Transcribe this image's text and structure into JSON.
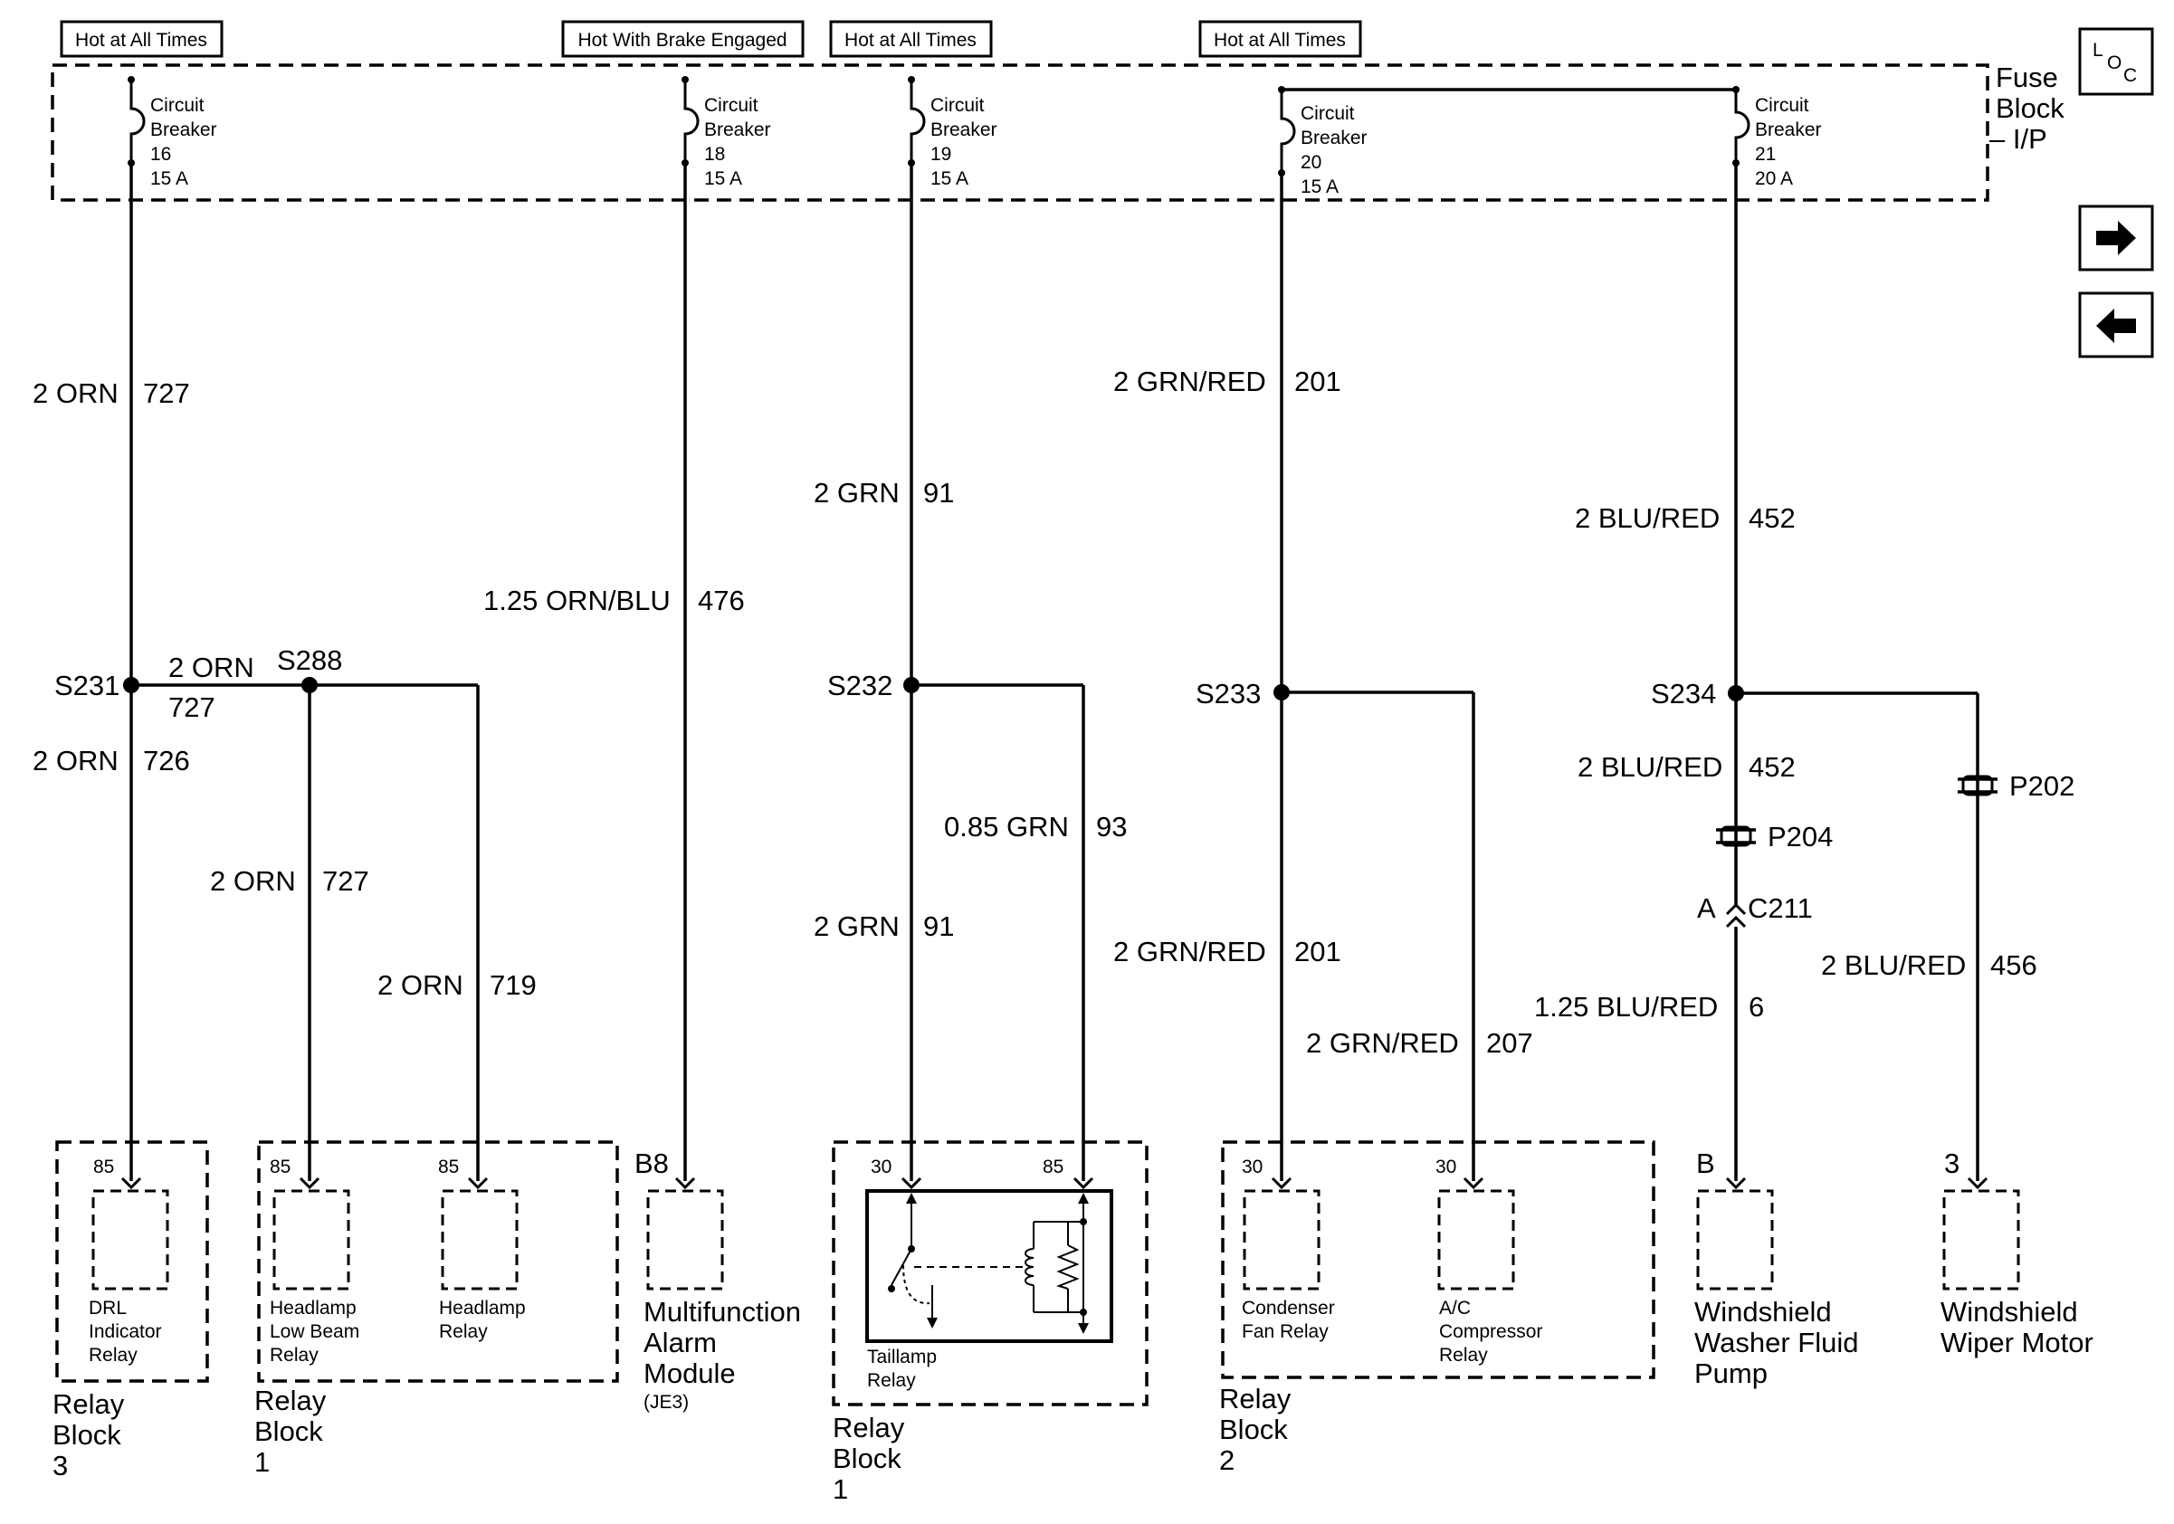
{
  "hot_boxes": [
    "Hot at All Times",
    "Hot With Brake Engaged",
    "Hot at All Times",
    "Hot at All Times"
  ],
  "fuse_block": [
    "Fuse",
    "Block",
    "– I/P"
  ],
  "breakers": [
    {
      "l1": "Circuit",
      "l2": "Breaker",
      "num": "16",
      "amp": "15 A"
    },
    {
      "l1": "Circuit",
      "l2": "Breaker",
      "num": "18",
      "amp": "15 A"
    },
    {
      "l1": "Circuit",
      "l2": "Breaker",
      "num": "19",
      "amp": "15 A"
    },
    {
      "l1": "Circuit",
      "l2": "Breaker",
      "num": "20",
      "amp": "15 A"
    },
    {
      "l1": "Circuit",
      "l2": "Breaker",
      "num": "21",
      "amp": "20 A"
    }
  ],
  "nav": {
    "loc_l": "L",
    "loc_o": "O",
    "loc_c": "C",
    "next": "→",
    "prev": "←"
  },
  "wires": [
    {
      "color": "2 ORN",
      "circuit": "727"
    },
    {
      "color": "1.25 ORN/BLU",
      "circuit": "476"
    },
    {
      "color": "2 GRN",
      "circuit": "91"
    },
    {
      "color": "2 GRN/RED",
      "circuit": "201"
    },
    {
      "color": "2 BLU/RED",
      "circuit": "452"
    },
    {
      "color": "2 ORN",
      "circuit": "727"
    },
    {
      "color": "2 ORN",
      "circuit": "726"
    },
    {
      "color": "2 ORN",
      "circuit": "727"
    },
    {
      "color": "2 ORN",
      "circuit": "719"
    },
    {
      "color": "0.85 GRN",
      "circuit": "93"
    },
    {
      "color": "2 GRN",
      "circuit": "91"
    },
    {
      "color": "2 GRN/RED",
      "circuit": "201"
    },
    {
      "color": "2 GRN/RED",
      "circuit": "207"
    },
    {
      "color": "2 BLU/RED",
      "circuit": "452"
    },
    {
      "color": "1.25 BLU/RED",
      "circuit": "6"
    },
    {
      "color": "2 BLU/RED",
      "circuit": "456"
    }
  ],
  "splices": [
    "S231",
    "S288",
    "S232",
    "S233",
    "S234"
  ],
  "connectors": {
    "p204": "P204",
    "p202": "P202",
    "c211": "C211",
    "c211_pin": "A"
  },
  "pins": {
    "rb3_85": "85",
    "rb1_85a": "85",
    "rb1_85b": "85",
    "mam_b8": "B8",
    "tl_30": "30",
    "tl_85": "85",
    "rb2_30a": "30",
    "rb2_30b": "30",
    "pump_b": "B",
    "motor_3": "3"
  },
  "components": {
    "drl": [
      "DRL",
      "Indicator",
      "Relay"
    ],
    "hl_low": [
      "Headlamp",
      "Low Beam",
      "Relay"
    ],
    "hl": [
      "Headlamp",
      "Relay"
    ],
    "mam": [
      "Multifunction",
      "Alarm",
      "Module"
    ],
    "mam_sub": "(JE3)",
    "taillamp": [
      "Taillamp",
      "Relay"
    ],
    "condenser": [
      "Condenser",
      "Fan Relay"
    ],
    "ac": [
      "A/C",
      "Compressor",
      "Relay"
    ],
    "pump": [
      "Windshield",
      "Washer Fluid",
      "Pump"
    ],
    "motor": [
      "Windshield",
      "Wiper Motor"
    ]
  },
  "relay_blocks": [
    [
      "Relay",
      "Block",
      "3"
    ],
    [
      "Relay",
      "Block",
      "1"
    ],
    [
      "Relay",
      "Block",
      "1"
    ],
    [
      "Relay",
      "Block",
      "2"
    ]
  ]
}
